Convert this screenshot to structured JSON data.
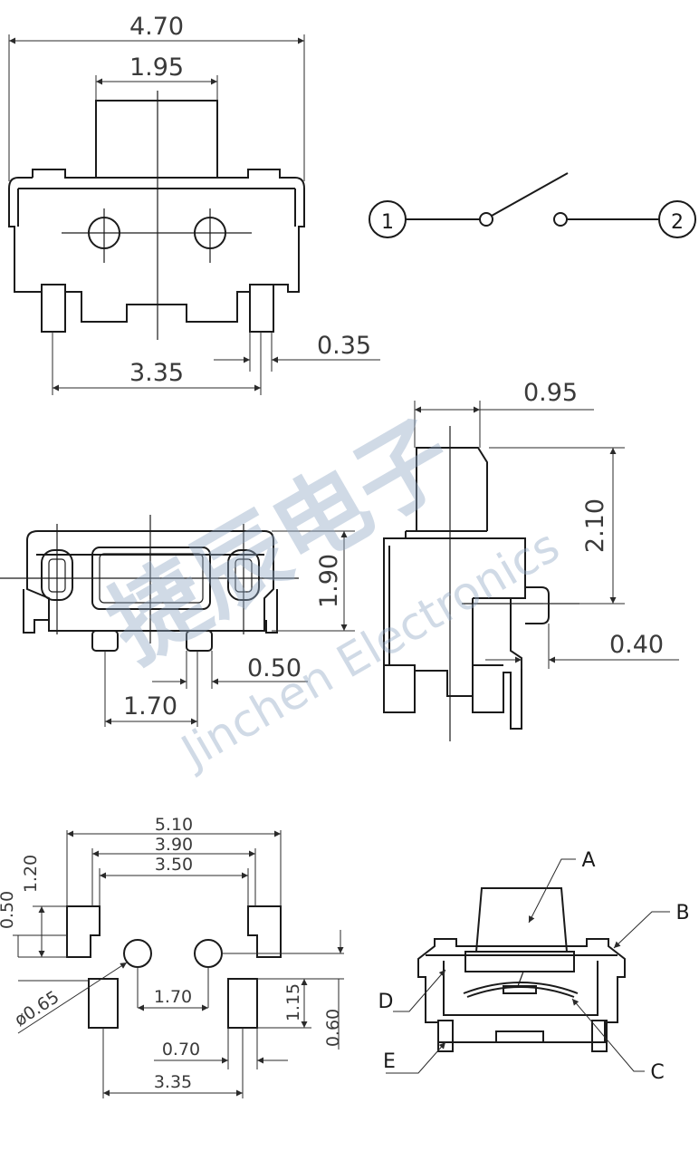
{
  "top_view": {
    "overall_width": "4.70",
    "actuator_width": "1.95",
    "pitch": "3.35",
    "terminal_width": "0.35"
  },
  "schematic": {
    "pin_1": "1",
    "pin_2": "2"
  },
  "front_view": {
    "height": "1.90",
    "peg_width": "0.50",
    "peg_pitch": "1.70"
  },
  "side_view": {
    "actuator_depth": "0.95",
    "actuator_height": "2.10",
    "offset": "0.40"
  },
  "pcb_layout": {
    "outer_width": "5.10",
    "mid_width": "3.90",
    "inner_width": "3.50",
    "pad_height_left": "1.20",
    "pad_depth": "0.50",
    "hole_diameter": "ø0.65",
    "hole_pitch": "1.70",
    "pad_height_right": "1.15",
    "pad_width": "0.60",
    "pad_size": "0.70",
    "pad_pitch": "3.35"
  },
  "cross_section": {
    "label_a": "A",
    "label_b": "B",
    "label_c": "C",
    "label_d": "D",
    "label_e": "E"
  },
  "watermark": {
    "chinese": "捷辰电子",
    "english": "Jinchen Electronics"
  }
}
